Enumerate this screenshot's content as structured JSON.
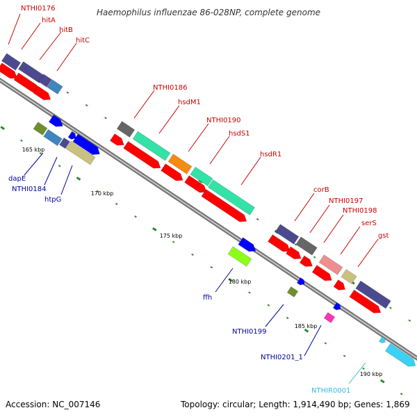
{
  "title": "Haemophilus influenzae 86-028NP, complete genome",
  "footer": {
    "accession": "Accession: NC_007146",
    "summary": "Topology: circular; Length: 1,914,490 bp; Genes: 1,869"
  },
  "colors": {
    "forward_label": "#cc0000",
    "reverse_label": "#00009a",
    "rna_label": "#33bbdd",
    "cds_arrow": "#ff0000",
    "backbone": "#888888"
  },
  "scale_labels": [
    "165 kbp",
    "170 kbp",
    "175 kbp",
    "180 kbp",
    "185 kbp",
    "190 kbp"
  ],
  "forward_genes": [
    "NTHI0176",
    "hitA",
    "hitB",
    "hitC",
    "NTHI0186",
    "hsdM1",
    "NTHI0190",
    "hsdS1",
    "hsdR1",
    "corB",
    "NTHI0197",
    "NTHI0198",
    "serS",
    "gst"
  ],
  "reverse_genes": [
    "dapE",
    "NTHI0184",
    "htpG",
    "ffh",
    "NTHI0199",
    "NTHI0201_1"
  ],
  "rna_genes": [
    "NTHIR0001"
  ]
}
